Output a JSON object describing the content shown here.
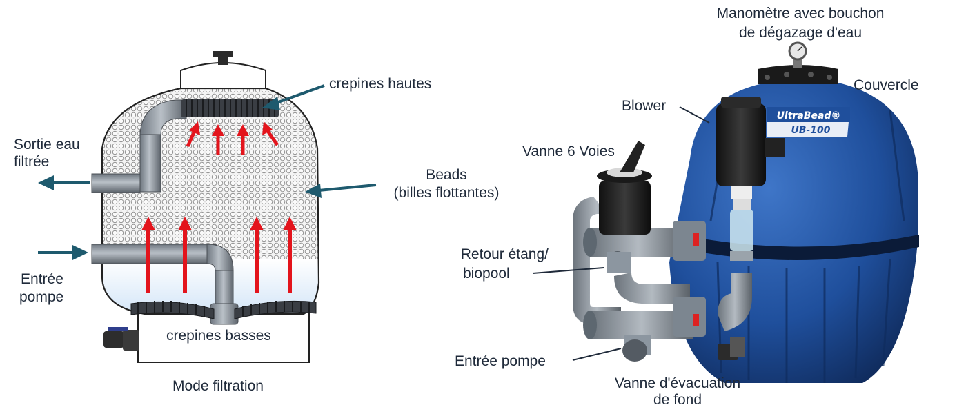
{
  "left_diagram": {
    "caption": "Mode filtration",
    "labels": {
      "crepines_hautes": "crepines hautes",
      "sortie_eau_line1": "Sortie eau",
      "sortie_eau_line2": "filtrée",
      "beads_line1": "Beads",
      "beads_line2": "(billes flottantes)",
      "entree_pompe_line1": "Entrée",
      "entree_pompe_line2": "pompe",
      "crepines_basses": "crepines basses"
    }
  },
  "right_product": {
    "brand": "UltraBead®",
    "model": "UB-100",
    "labels": {
      "manometre_line1": "Manomètre avec bouchon",
      "manometre_line2": "de dégazage d'eau",
      "couvercle": "Couvercle",
      "blower": "Blower",
      "vanne_6_voies": "Vanne 6 Voies",
      "retour_line1": "Retour étang/",
      "retour_line2": "biopool",
      "entree_pompe": "Entrée pompe",
      "vanne_evac_line1": "Vanne d'évacuation",
      "vanne_evac_line2": "de fond"
    }
  },
  "colors": {
    "arrow_red": "#e3141c",
    "leader_dark": "#1e5a6e",
    "tank_blue": "#1f4f9c",
    "pipe_grey": "#8c96a0"
  }
}
